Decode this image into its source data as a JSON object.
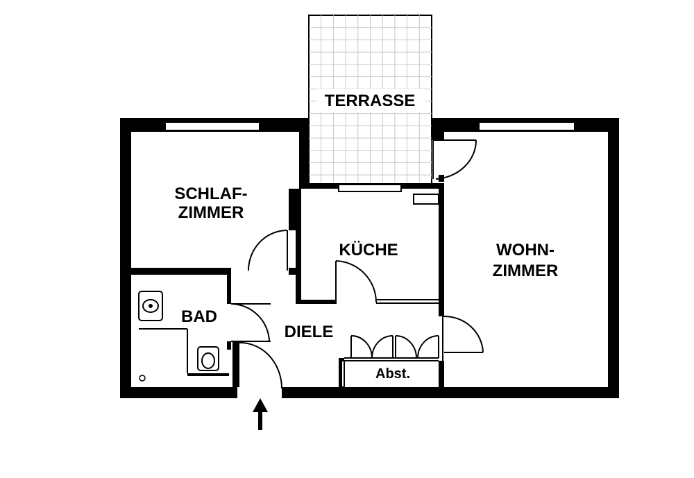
{
  "rooms": {
    "terrasse": "TERRASSE",
    "schlafzimmer_line1": "SCHLAF-",
    "schlafzimmer_line2": "ZIMMER",
    "kueche": "KÜCHE",
    "wohnzimmer_line1": "WOHN-",
    "wohnzimmer_line2": "ZIMMER",
    "bad": "BAD",
    "diele": "DIELE",
    "abstellraum": "Abst."
  },
  "colors": {
    "wall": "#000000",
    "background": "#ffffff",
    "terrace_grid": "#c8c8c8"
  },
  "icons": [
    "entrance-arrow-icon",
    "washbasin-icon",
    "toilet-icon",
    "floor-drain-icon"
  ]
}
